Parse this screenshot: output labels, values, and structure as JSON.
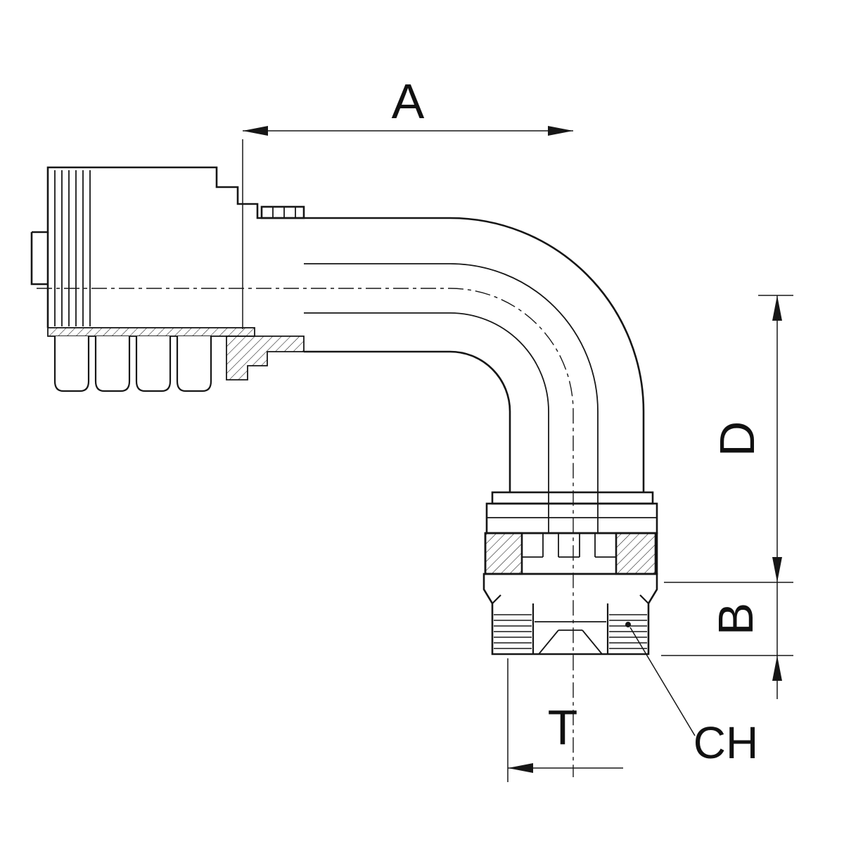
{
  "page": {
    "background_color": "#ffffff"
  },
  "drawing": {
    "line_color": "#161616",
    "text_color": "#111111",
    "labels": {
      "a": "A",
      "d": "D",
      "b": "B",
      "t": "T",
      "ch": "CH"
    }
  }
}
